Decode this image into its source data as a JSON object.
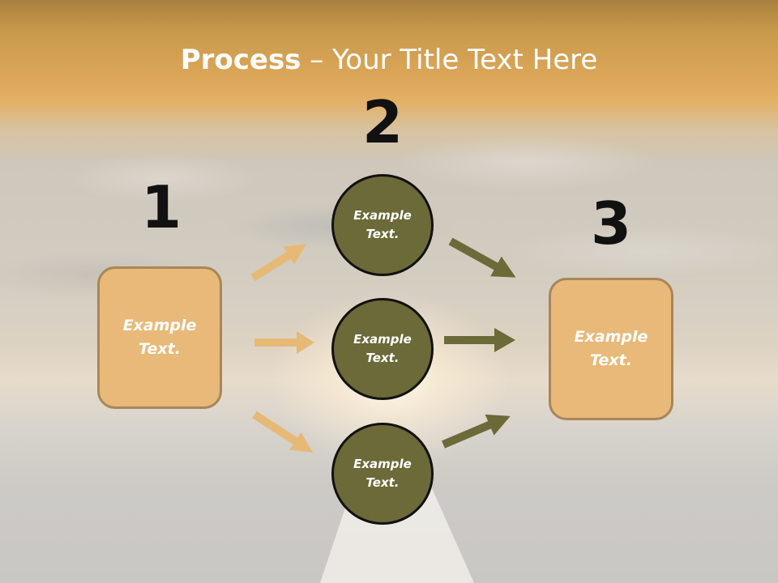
{
  "title": {
    "bold": "Process",
    "rest": " – Your Title Text Here"
  },
  "numbers": [
    "1",
    "2",
    "3"
  ],
  "left_box": {
    "line1": "Example",
    "line2": "Text."
  },
  "right_box": {
    "line1": "Example",
    "line2": "Text."
  },
  "circles": [
    {
      "line1": "Example",
      "line2": "Text."
    },
    {
      "line1": "Example",
      "line2": "Text."
    },
    {
      "line1": "Example",
      "line2": "Text."
    }
  ],
  "colors": {
    "box_fill": "#e8b978",
    "box_border": "#a9865a",
    "circle_fill": "#6b6a38",
    "light_arrow": "#e6b977",
    "dark_arrow": "#6b6a38"
  }
}
